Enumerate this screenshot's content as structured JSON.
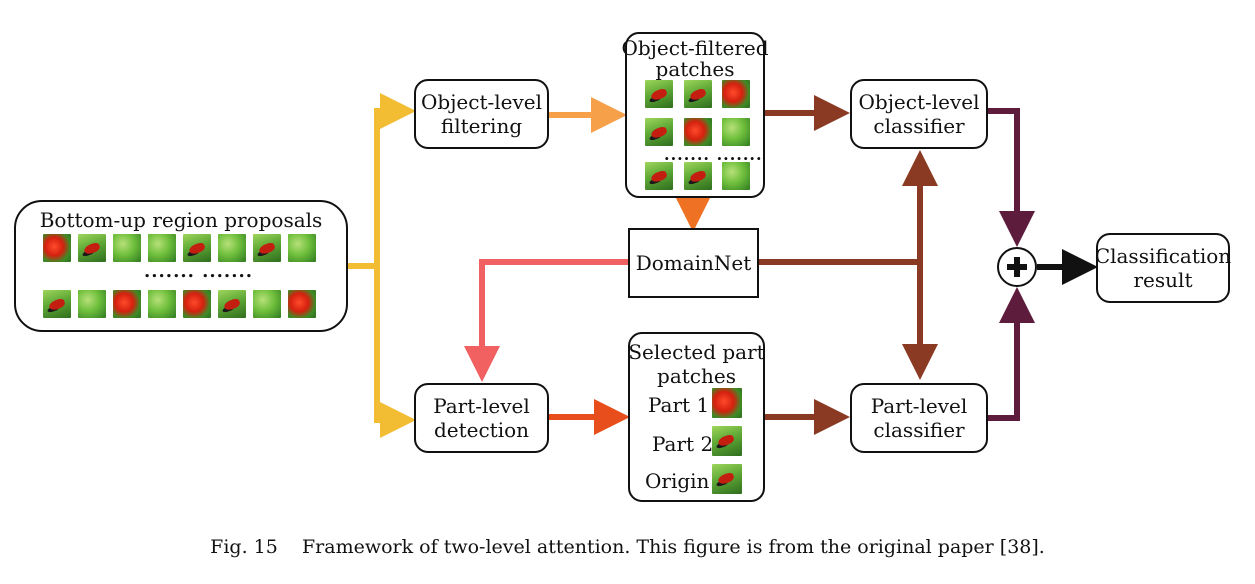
{
  "nodes": {
    "region_proposals": "Bottom-up region proposals",
    "object_filtering": [
      "Object-level",
      "filtering"
    ],
    "object_patches": [
      "Object-filtered",
      "patches"
    ],
    "object_classifier": [
      "Object-level",
      "classifier"
    ],
    "domainnet": "DomainNet",
    "part_detection": [
      "Part-level",
      "detection"
    ],
    "part_patches": [
      "Selected part",
      "patches"
    ],
    "part_rows": [
      "Part 1",
      "Part 2",
      "Origin"
    ],
    "part_classifier": [
      "Part-level",
      "classifier"
    ],
    "result": [
      "Classification",
      "result"
    ]
  },
  "ellipsis": "....... .......",
  "colors": {
    "yellow": "#f2bd33",
    "orange_light": "#f7a04a",
    "orange": "#ee7124",
    "salmon": "#f26161",
    "red_orange": "#e84e1b",
    "brown": "#8a3a22",
    "purple": "#5e1c3c",
    "black": "#111111"
  },
  "caption": "Fig. 15    Framework of two-level attention. This figure is from the original paper [38]."
}
